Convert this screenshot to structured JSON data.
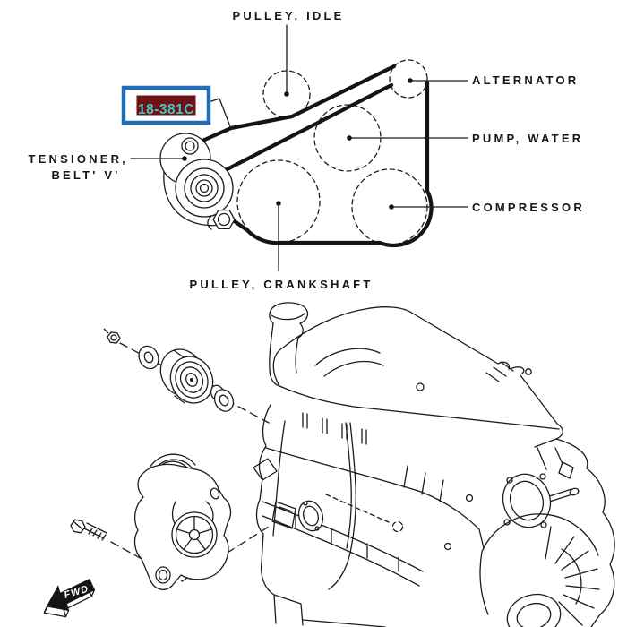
{
  "diagram": {
    "callout": {
      "code": "18-381C",
      "colors": {
        "border": "#1e6db6",
        "background": "#6e1117",
        "text": "#41c9c5"
      }
    },
    "belt_labels": {
      "idle": "PULLEY, IDLE",
      "alternator": "ALTERNATOR",
      "water_pump": "PUMP, WATER",
      "compressor": "COMPRESSOR",
      "tensioner_line1": "TENSIONER,",
      "tensioner_line2": "BELT' V'",
      "crankshaft": "PULLEY, CRANKSHAFT"
    },
    "direction_arrow": "FWD",
    "line_color": "#1c1c1c"
  }
}
